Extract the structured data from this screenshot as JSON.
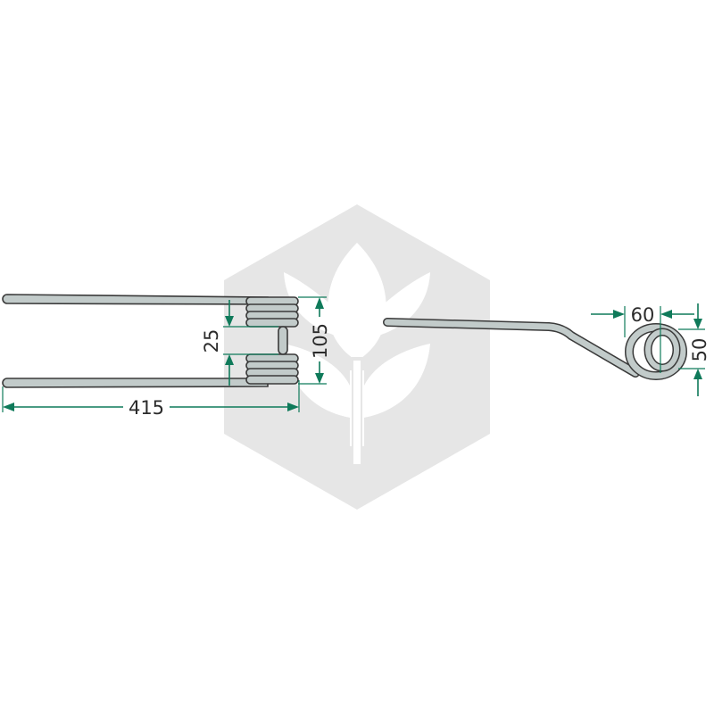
{
  "colors": {
    "background": "#ffffff",
    "watermark": "#e6e6e6",
    "wire_fill": "#c2cbca",
    "wire_outline": "#3a3a3a",
    "dimension": "#0f7a5a",
    "text": "#2b2b2b"
  },
  "watermark": {
    "icon": "leaf-sprout-hexagon-icon"
  },
  "front_view": {
    "dimensions": {
      "length": "415",
      "coil_gap": "25",
      "overall_height": "105"
    }
  },
  "side_view": {
    "dimensions": {
      "coil_width": "60",
      "coil_height": "50"
    }
  }
}
